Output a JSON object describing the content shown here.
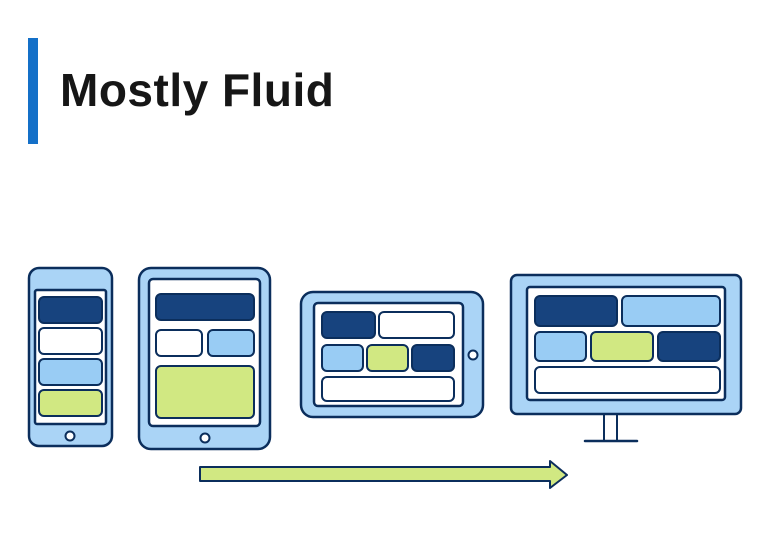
{
  "slide": {
    "title": "Mostly Fluid",
    "accent_color": "#1470c8"
  },
  "palette": {
    "outline": "#0b2e5c",
    "device_frame": "#aad4f6",
    "dark_blue": "#17437e",
    "light_blue": "#99ccf4",
    "green": "#d1e882",
    "white": "#ffffff",
    "arrow_fill": "#d1e882"
  },
  "devices": [
    {
      "kind": "phone",
      "blocks": [
        "dark_blue",
        "white",
        "light_blue",
        "green"
      ]
    },
    {
      "kind": "small-tablet",
      "blocks": [
        "dark_blue",
        "white",
        "light_blue",
        "green"
      ]
    },
    {
      "kind": "landscape-tablet",
      "blocks": [
        "dark_blue",
        "white",
        "light_blue",
        "green",
        "dark_blue",
        "white"
      ]
    },
    {
      "kind": "desktop-monitor",
      "blocks": [
        "dark_blue",
        "light_blue",
        "light_blue",
        "green",
        "dark_blue",
        "white"
      ]
    }
  ],
  "arrow": {
    "direction": "right",
    "icon": "right-arrow-icon"
  }
}
